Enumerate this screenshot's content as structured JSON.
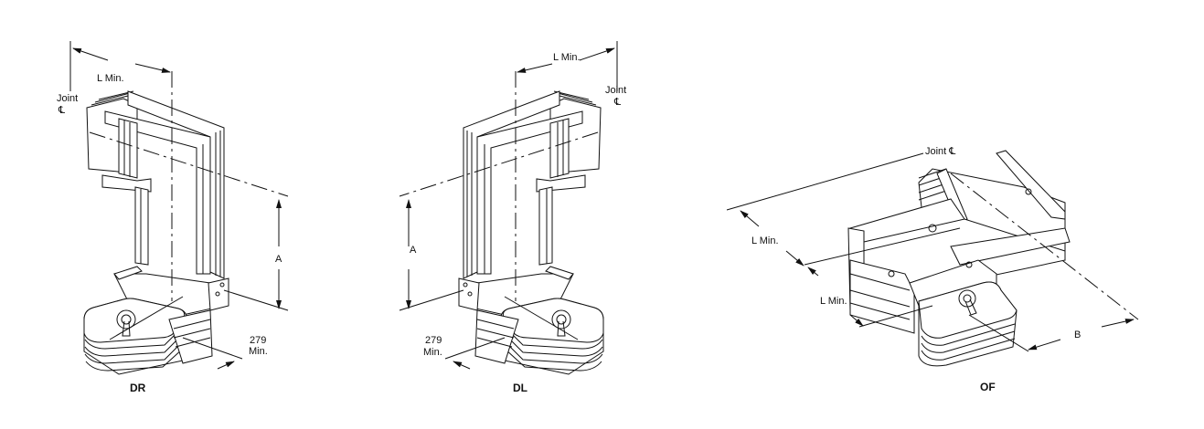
{
  "figures": [
    {
      "caption": "DR",
      "l_min": "L Min.",
      "joint": "Joint",
      "cl_symbol": "℄",
      "dim_a": "A",
      "dim_279": "279",
      "dim_min": "Min."
    },
    {
      "caption": "DL",
      "l_min": "L Min.",
      "joint": "Joint",
      "cl_symbol": "℄",
      "dim_a": "A",
      "dim_279": "279",
      "dim_min": "Min."
    },
    {
      "caption": "OF",
      "joint_cl": "Joint ℄",
      "l_min_1": "L Min.",
      "l_min_2": "L Min.",
      "dim_b": "B"
    }
  ]
}
